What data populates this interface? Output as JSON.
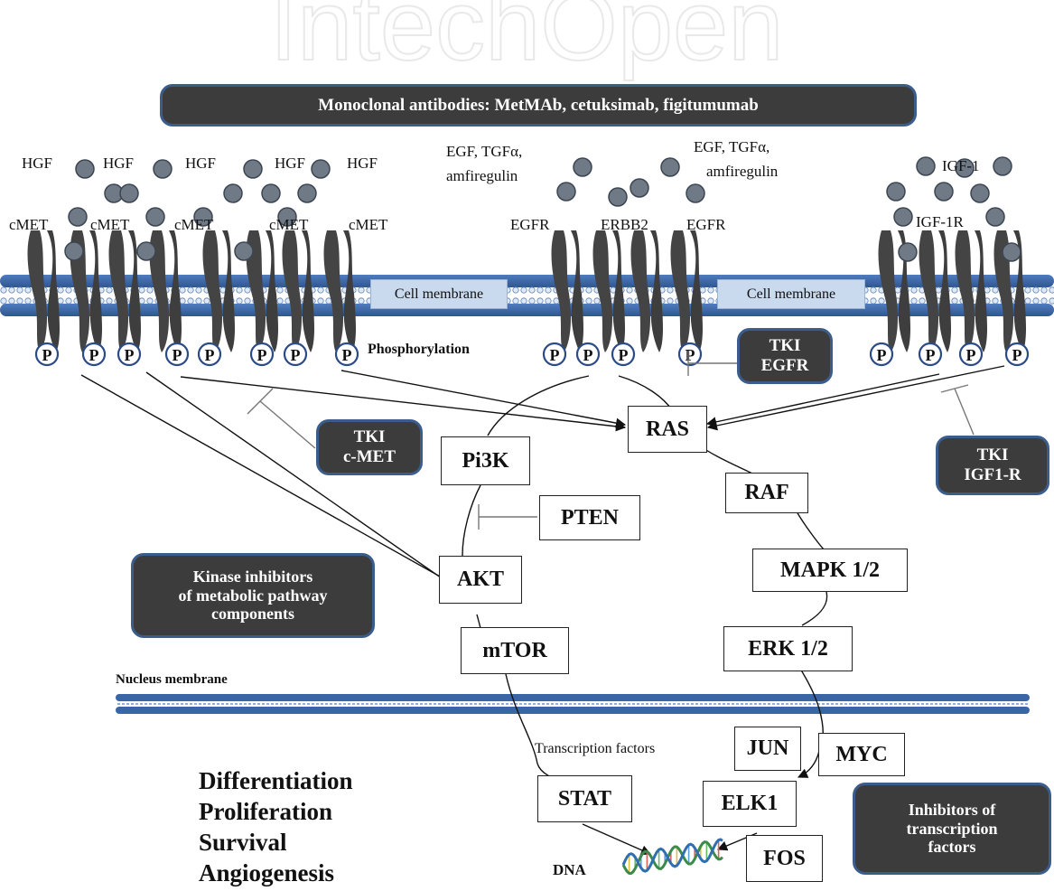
{
  "watermark": "IntechOpen",
  "banner": "Monoclonal antibodies: MetMAb, cetuksimab, figitumumab",
  "ligands": {
    "hgf": [
      "HGF",
      "HGF",
      "HGF",
      "HGF",
      "HGF"
    ],
    "egf_left": [
      "EGF, TGFα,",
      "amfiregulin"
    ],
    "egf_right": [
      "EGF, TGFα,",
      "amfiregulin"
    ],
    "igf": "IGF-1"
  },
  "receptors": {
    "cmet": [
      "cMET",
      "cMET",
      "cMET",
      "cMET",
      "cMET"
    ],
    "egfr_left": "EGFR",
    "erbb2": "ERBB2",
    "egfr_right": "EGFR",
    "igf1r": "IGF-1R"
  },
  "cell_membrane": [
    "Cell membrane",
    "Cell membrane"
  ],
  "phospho_symbol": "P",
  "phosphorylation": "Phosphorylation",
  "inhibitors": {
    "tki_egfr": [
      "TKI",
      "EGFR"
    ],
    "tki_cmet": [
      "TKI",
      "c-MET"
    ],
    "tki_igf1r": [
      "TKI",
      "IGF1-R"
    ],
    "kinase": [
      "Kinase inhibitors",
      "of metabolic pathway",
      "components"
    ],
    "transcription": [
      "Inhibitors of",
      "transcription",
      "factors"
    ]
  },
  "nodes": {
    "ras": "RAS",
    "pi3k": "Pi3K",
    "pten": "PTEN",
    "akt": "AKT",
    "mtor": "mTOR",
    "raf": "RAF",
    "mapk": "MAPK 1/2",
    "erk": "ERK 1/2",
    "jun": "JUN",
    "myc": "MYC",
    "elk1": "ELK1",
    "fos": "FOS",
    "stat": "STAT"
  },
  "nucleus_membrane": "Nucleus membrane",
  "transcription_factors": "Transcription factors",
  "dna": "DNA",
  "outcomes": [
    "Differentiation",
    "Proliferation",
    "Survival",
    "Angiogenesis"
  ],
  "colors": {
    "membrane": "#3a66a6",
    "box_dark": "#3c3c3c",
    "box_border": "#3a5d8c",
    "receptor": "#444444",
    "ligand": "#6f7a86"
  }
}
